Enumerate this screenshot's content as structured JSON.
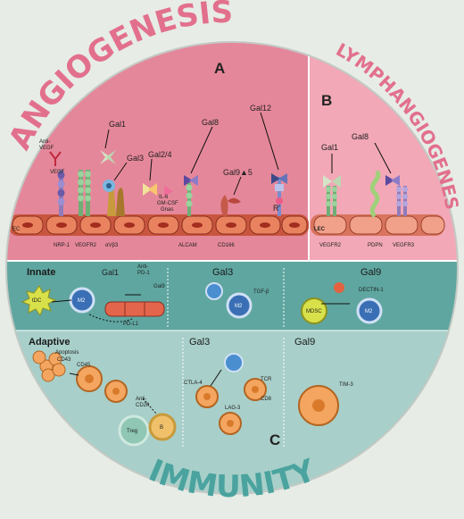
{
  "titles": {
    "angiogenesis": "ANGIOGENESIS",
    "lymphangiogenesis": "LYMPHANGIOGENESIS",
    "immunity": "IMMUNITY"
  },
  "panels": {
    "a": "A",
    "b": "B",
    "c": "C"
  },
  "angio": {
    "gal1": "Gal1",
    "gal3": "Gal3",
    "gal24": "Gal2/4",
    "gal8": "Gal8",
    "gal12": "Gal12",
    "gal95": "Gal9▲5",
    "anti_vegf": "Anti-",
    "anti_vegf2": "VEGF",
    "vegf": "VEGF",
    "cytokines1": "IL-6",
    "cytokines2": "GM-CSF",
    "cytokines3": "Gnas",
    "r_prime": "R'",
    "ec": "EC",
    "receptors": [
      "NRP-1",
      "VEGFR2",
      "αVβ3",
      "ALCAM",
      "CD166"
    ]
  },
  "lymph": {
    "gal1": "Gal1",
    "gal8": "Gal8",
    "lec": "LEC",
    "receptors": [
      "VEGFR2",
      "PDPN",
      "VEGFR3"
    ]
  },
  "innate": {
    "title": "Innate",
    "gal1": "Gal1",
    "anti_pd1": "Anti-",
    "anti_pd1b": "PD-1",
    "gal9_small": "Gal9",
    "pdl1": "PD-L1",
    "tdc": "tDC",
    "m2": "M2",
    "gal3": "Gal3",
    "tgfb": "TGF-β",
    "gal9": "Gal9",
    "mdsc": "MDSC",
    "dectin": "DECTIN-1"
  },
  "adaptive": {
    "title": "Adaptive",
    "apoptosis": "Apoptosis",
    "cd43": "CD43",
    "cd45": "CD45",
    "anti_cd20": "Anti-",
    "anti_cd20b": "CD20",
    "treg": "Treg",
    "b": "B",
    "gal3": "Gal3",
    "ctla4": "CTLA-4",
    "tcr": "TCR",
    "cd8": "CD8",
    "lag3": "LAG-3",
    "gal9": "Gal9",
    "tim3": "TIM-3"
  },
  "colors": {
    "angio_bg": "#e5879a",
    "lymph_bg": "#f2a8b6",
    "innate_bg": "#5fa6a0",
    "adaptive_bg": "#a8cfc9",
    "title_pink": "#e2708d",
    "title_teal": "#4aa39e"
  }
}
